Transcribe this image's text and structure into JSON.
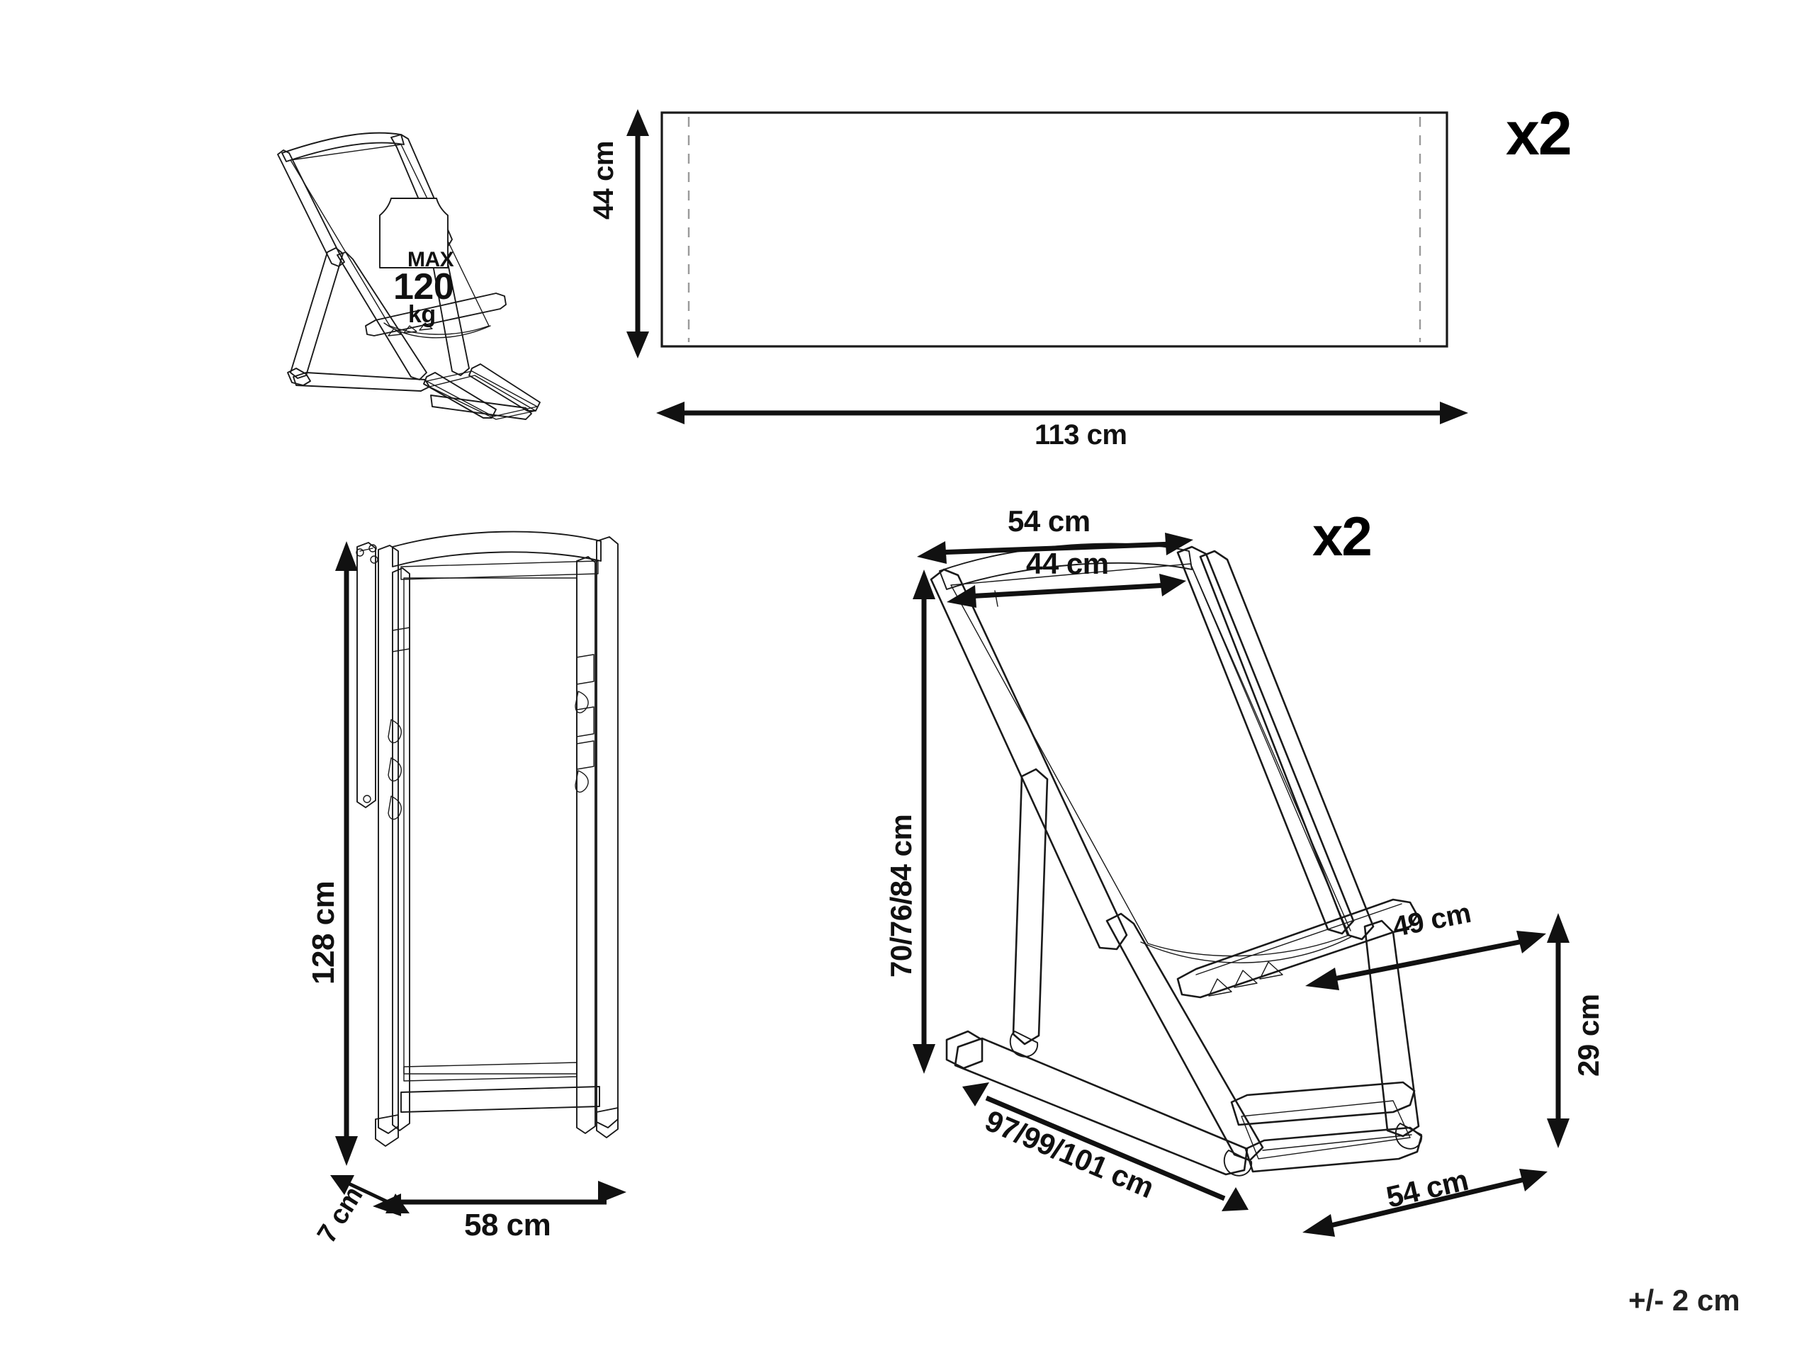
{
  "document": {
    "type": "product-dimension-sheet",
    "subject": "folding deck chair (sling chair)",
    "background_color": "#ffffff",
    "line_color": "#1a1a1a",
    "text_color": "#111111"
  },
  "weight_badge": {
    "name": "max-load-weight-icon",
    "line1": "MAX",
    "line2": "120",
    "line3": "kg"
  },
  "fabric_panel": {
    "name": "replacement-sling-fabric",
    "height_label": "44 cm",
    "width_label": "113 cm",
    "quantity_label": "x2",
    "seam_style": "dashed"
  },
  "folded_chair": {
    "name": "chair-folded-front-view",
    "height_label": "128 cm",
    "depth_label": "7 cm",
    "width_label": "58 cm"
  },
  "open_chair": {
    "name": "chair-open-perspective-view",
    "quantity_label": "x2",
    "top_outer_width_label": "54 cm",
    "top_inner_width_label": "44 cm",
    "back_height_label": "70/76/84 cm",
    "armrest_label": "49 cm",
    "seat_height_label": "29 cm",
    "base_depth_label": "97/99/101 cm",
    "base_width_label": "54 cm"
  },
  "tolerance": {
    "name": "measurement-tolerance-note",
    "label": "+/- 2 cm"
  }
}
